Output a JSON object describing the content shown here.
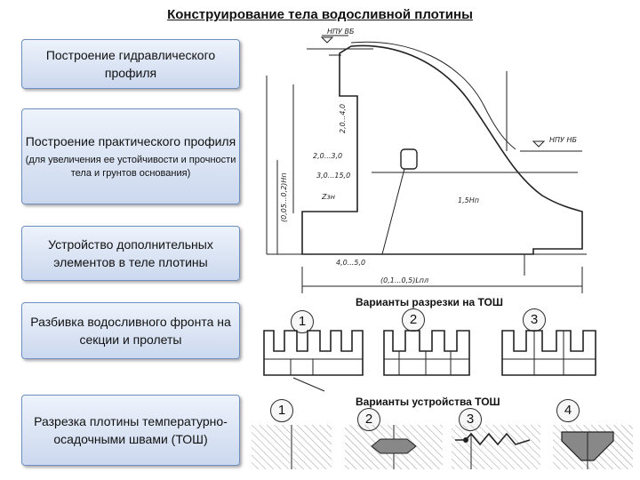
{
  "title": "Конструирование тела водосливной плотины",
  "steps": [
    {
      "text": "Построение гидравлического профиля"
    },
    {
      "text": "Построение практического профиля",
      "note": "(для увеличения ее устойчивости и прочности тела и грунтов основания)"
    },
    {
      "text": "Устройство дополнительных элементов в теле плотины"
    },
    {
      "text": "Разбивка водосливного фронта на секции и пролеты"
    },
    {
      "text": "Разрезка плотины температурно-осадочными швами (ТОШ)"
    }
  ],
  "drawing_labels": {
    "upstream_level": "НПУ ВБ",
    "downstream_level": "НПУ НБ",
    "dims": [
      "2,0...4,0",
      "2,0...3,0",
      "3,0...15,0",
      "Zзн",
      "1,5Hп",
      "4,0...5,0",
      "(0,1...0,5)Lпл",
      "(0,05...0,2)Hп"
    ]
  },
  "cut_variants": {
    "heading": "Варианты разрезки на ТОШ",
    "numbers": [
      "1",
      "2",
      "3"
    ]
  },
  "joint_variants": {
    "heading": "Варианты устройства ТОШ",
    "numbers": [
      "1",
      "2",
      "3",
      "4"
    ]
  }
}
